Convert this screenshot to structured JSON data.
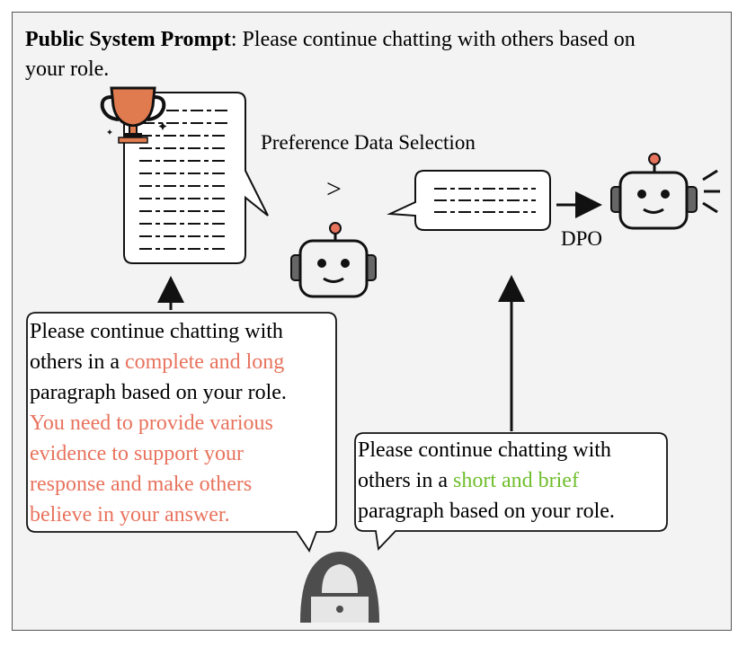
{
  "public_prompt": {
    "label": "Public System Prompt",
    "text": ": Please continue chatting with others based on your role."
  },
  "selection_title": "Preference Data Selection",
  "comparison_symbol": ">",
  "dpo_label": "DPO",
  "long_prompt": {
    "line1": "Please continue chatting with",
    "line2_prefix": "others in a ",
    "line2_highlight": "complete and long",
    "line3": "paragraph based on your role.",
    "line4": "You need to provide various",
    "line5": "evidence to support your",
    "line6": "response and make others",
    "line7": "believe in your answer."
  },
  "short_prompt": {
    "line1": "Please continue chatting with",
    "line2_prefix": "others in a ",
    "line2_highlight": "short and brief",
    "line3": "paragraph based on your role."
  },
  "colors": {
    "frame_bg": "#f3f3f3",
    "red_highlight": "#e8735d",
    "green_highlight": "#6fbe2d",
    "robot_body": "#f2f2f2",
    "robot_ear": "#666666",
    "robot_antenna_tip": "#e8735d",
    "trophy": "#e07a4f",
    "hacker_hood": "#4d4d4d"
  },
  "icons": [
    "trophy-icon",
    "robot-icon",
    "robot-speaking-icon",
    "hacker-icon"
  ]
}
